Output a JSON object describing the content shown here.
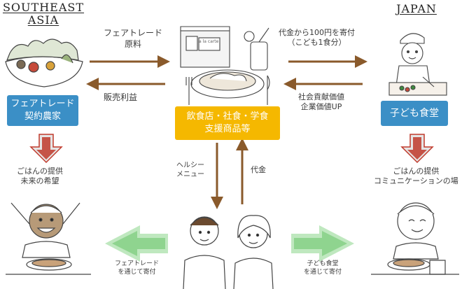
{
  "regions": {
    "left_line1": "SOUTHEAST",
    "left_line2": "ASIA",
    "right": "JAPAN"
  },
  "colors": {
    "brown_arrow": "#8a5a2b",
    "blue_box": "#3b8fc6",
    "orange_box": "#f5b800",
    "red_arrow": "#c0392b",
    "green_arrow": "#8fd48f"
  },
  "boxes": {
    "farmers": "フェアトレード\n契約農家",
    "center": "飲食店・社食・学食\n支援商品等",
    "kids_cafeteria": "子ども食堂"
  },
  "flows": {
    "raw_materials": "フェアトレード\n原料",
    "sales_profit": "販売利益",
    "donation": "代金から100円を寄付\n（こども1食分）",
    "csr_value": "社会貢献価値\n企業価値UP",
    "healthy_menu": "ヘルシー\nメニュー",
    "payment": "代金",
    "fairtrade_donation": "フェアトレード\nを通じて寄付",
    "kids_donation": "子ども食堂\nを通じて寄付"
  },
  "outcomes": {
    "left": "ごはんの提供\n未来の希望",
    "right": "ごはんの提供\nコミュニケーションの場"
  },
  "illustrations": {
    "center_sign": "a la carte"
  }
}
